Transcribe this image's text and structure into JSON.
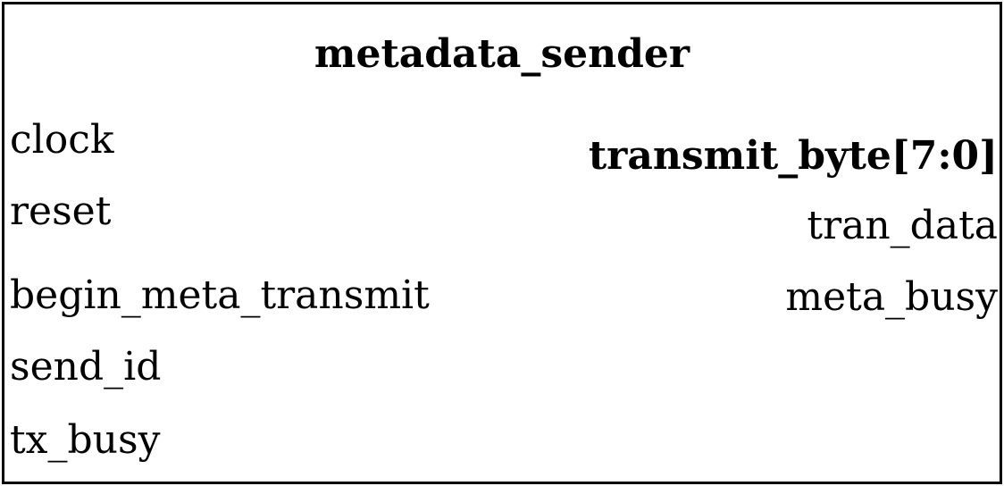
{
  "module": {
    "name": "metadata_sender"
  },
  "inputs": [
    "clock",
    "reset",
    "begin_meta_transmit",
    "send_id",
    "tx_busy"
  ],
  "outputs": [
    "transmit_byte[7:0]",
    "tran_data",
    "meta_busy"
  ]
}
